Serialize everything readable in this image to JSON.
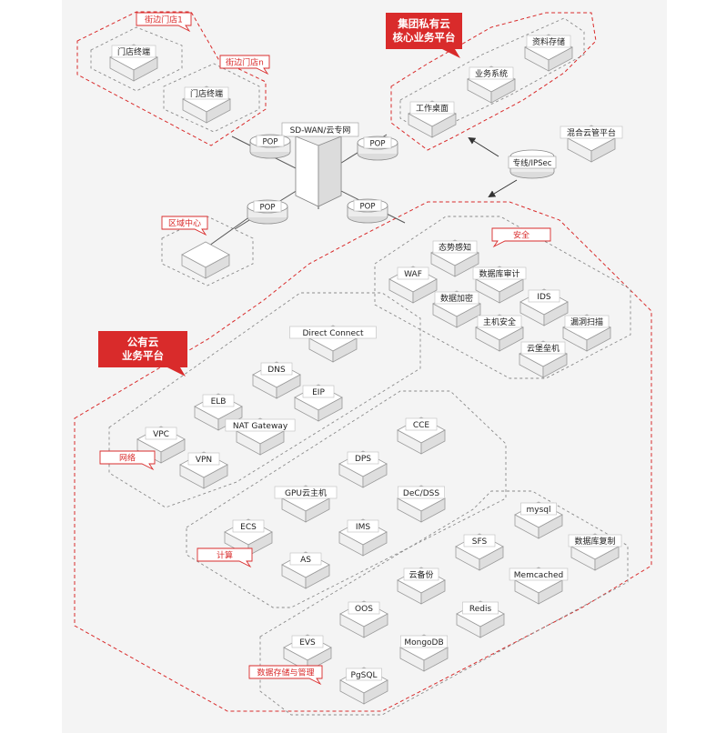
{
  "colors": {
    "accent_red": "#d92b2b",
    "zone_gray": "#8a8a8a",
    "box_fill": "#ffffff",
    "box_side": "#e4e4e4",
    "box_stroke": "#9a9a9a"
  },
  "banners": {
    "private_cloud": [
      "集团私有云",
      "核心业务平台"
    ],
    "public_cloud": [
      "公有云",
      "业务平台"
    ]
  },
  "tags": {
    "store1": "街边门店1",
    "storen": "街边门店n",
    "region": "区域中心",
    "security": "安全",
    "network": "网络",
    "compute": "计算",
    "storage": "数据存储与管理"
  },
  "hub": {
    "label": "SD-WAN/云专网",
    "pop_label": "POP"
  },
  "link": {
    "label": "专线/IPSec"
  },
  "nodes": {
    "store_terminal_1": "门店终端",
    "store_terminal_n": "门店终端",
    "regional_box": "",
    "data_storage": "资料存储",
    "business_system": "业务系统",
    "workstation": "工作桌面",
    "hybrid_mgmt": "混合云管平台",
    "situational": "态势感知",
    "waf": "WAF",
    "db_audit": "数据库审计",
    "data_encrypt": "数据加密",
    "ids": "IDS",
    "host_security": "主机安全",
    "vuln_scan": "漏洞扫描",
    "cloud_bastion": "云堡垒机",
    "direct_connect": "Direct Connect",
    "dns": "DNS",
    "elb": "ELB",
    "eip": "EIP",
    "vpc": "VPC",
    "nat_gateway": "NAT Gateway",
    "vpn": "VPN",
    "cce": "CCE",
    "dps": "DPS",
    "gpu_host": "GPU云主机",
    "dec_dss": "DeC/DSS",
    "ecs": "ECS",
    "ims": "IMS",
    "as": "AS",
    "mysql": "mysql",
    "sfs": "SFS",
    "db_replication": "数据库复制",
    "cloud_backup": "云备份",
    "memcached": "Memcached",
    "oos": "OOS",
    "redis": "Redis",
    "evs": "EVS",
    "mongodb": "MongoDB",
    "pgsql": "PgSQL"
  }
}
